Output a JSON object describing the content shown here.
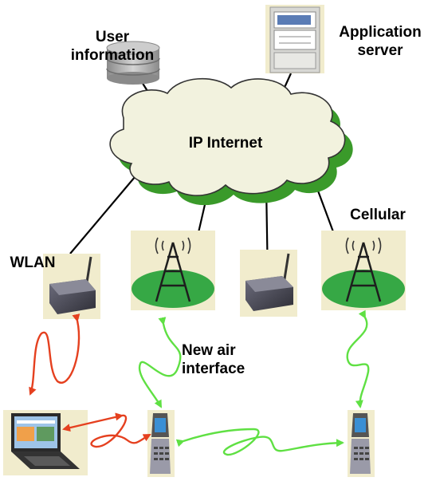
{
  "labels": {
    "user_info_line1": "User",
    "user_info_line2": "information",
    "app_server_line1": "Application",
    "app_server_line2": "server",
    "internet": "IP Internet",
    "cellular": "Cellular",
    "wlan": "WLAN",
    "new_air_line1": "New air",
    "new_air_line2": "interface"
  },
  "colors": {
    "cloud_fill": "#f2f2de",
    "cloud_shadow": "#3a9a2a",
    "ground_green": "#36a845",
    "tile_bg": "#f1eccd",
    "wlan_link": "#e5401f",
    "cell_link": "#5fe043",
    "wire": "#000000"
  }
}
